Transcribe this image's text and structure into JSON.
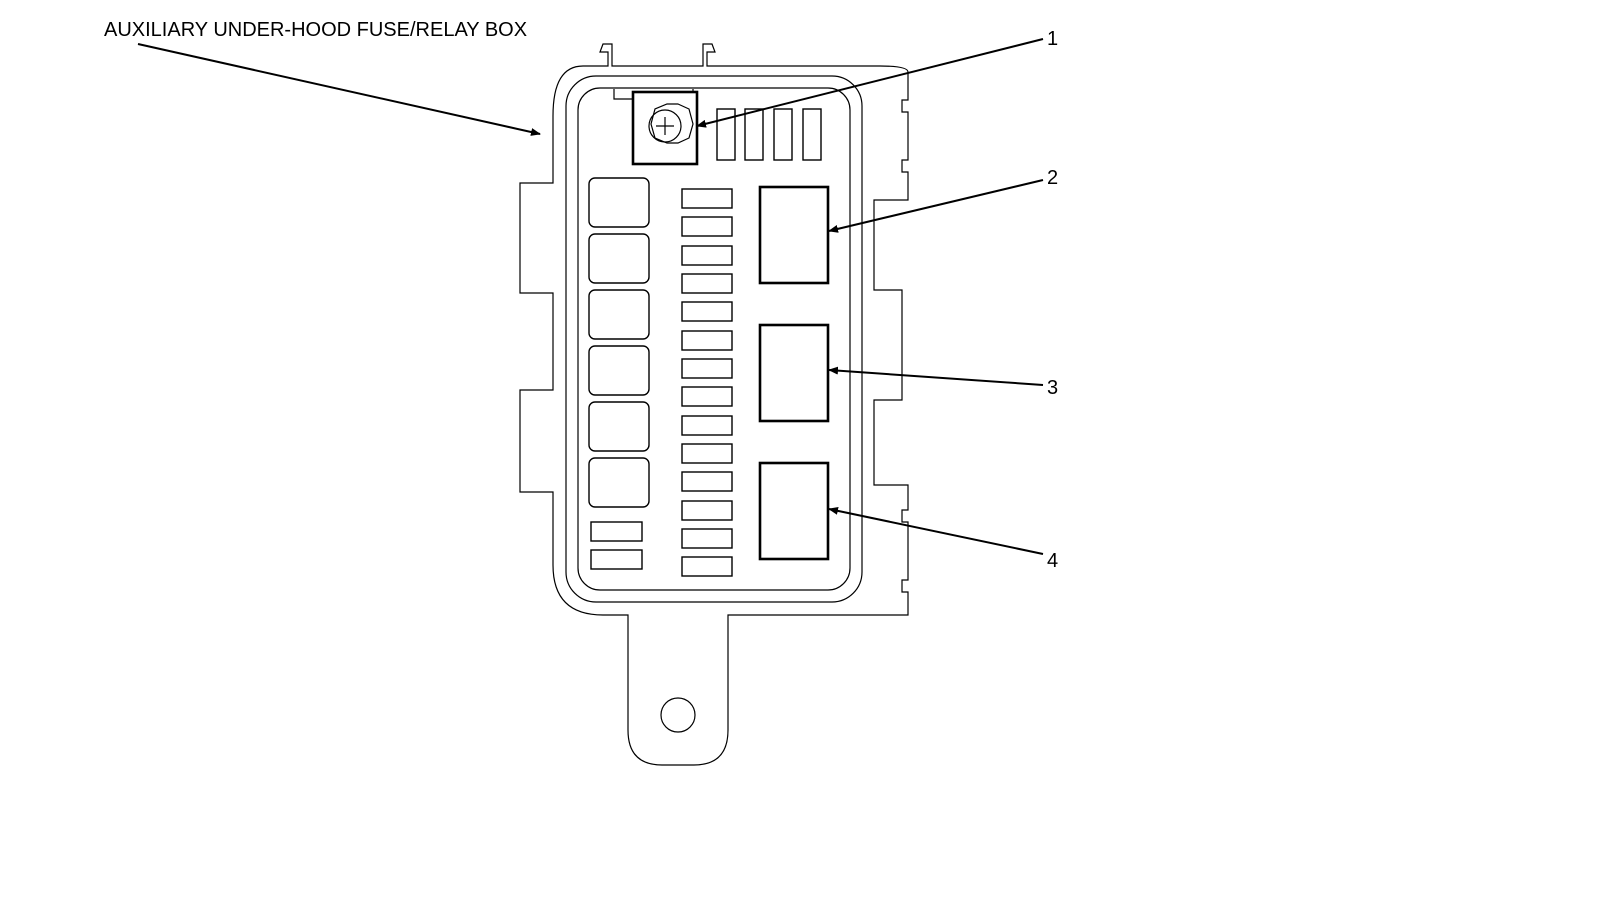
{
  "title": "AUXILIARY UNDER-HOOD FUSE/RELAY BOX",
  "callouts": [
    "1",
    "2",
    "3",
    "4"
  ],
  "colors": {
    "line": "#000000",
    "background": "#ffffff"
  }
}
